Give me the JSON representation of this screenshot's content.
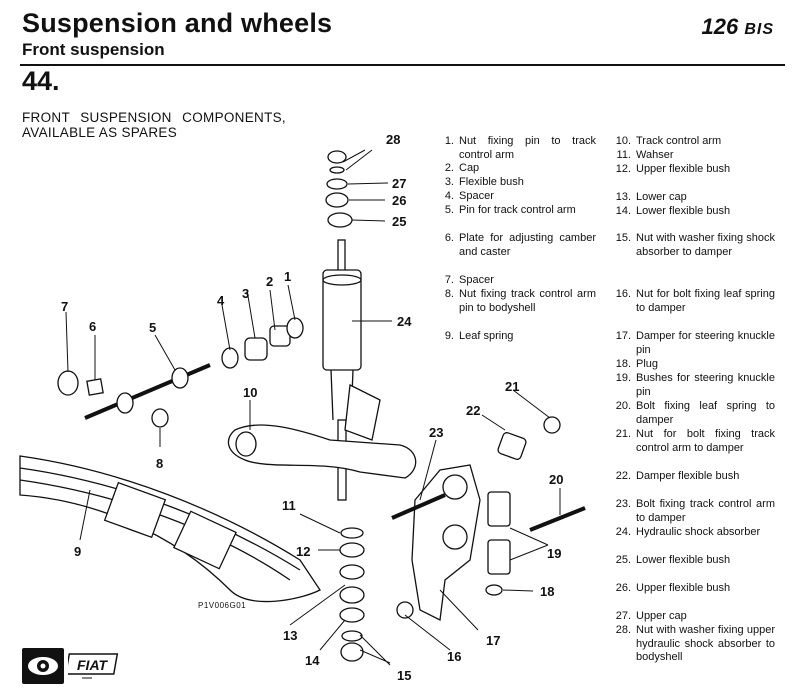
{
  "header": {
    "title": "Suspension and wheels",
    "subtitle": "Front suspension",
    "model_code": "126",
    "model_suffix": "BIS",
    "section_number": "44."
  },
  "heading": "FRONT SUSPENSION COMPONENTS, AVAILABLE AS SPARES",
  "figure": {
    "code": "P1V006G01",
    "callouts": [
      "1",
      "2",
      "3",
      "4",
      "5",
      "6",
      "7",
      "8",
      "9",
      "10",
      "11",
      "12",
      "13",
      "14",
      "15",
      "16",
      "17",
      "18",
      "19",
      "20",
      "21",
      "22",
      "23",
      "24",
      "25",
      "26",
      "27",
      "28"
    ]
  },
  "legend": [
    {
      "n": "1.",
      "text": "Nut fixing pin to track control arm"
    },
    {
      "n": "2.",
      "text": "Cap"
    },
    {
      "n": "3.",
      "text": "Flexible bush"
    },
    {
      "n": "4.",
      "text": "Spacer"
    },
    {
      "n": "5.",
      "text": "Pin for track control arm"
    },
    {
      "n": "6.",
      "text": "Plate for adjusting camber and caster"
    },
    {
      "n": "7.",
      "text": "Spacer"
    },
    {
      "n": "8.",
      "text": "Nut fixing track control arm pin to bodyshell"
    },
    {
      "n": "9.",
      "text": "Leaf spring"
    },
    {
      "n": "10.",
      "text": "Track control arm"
    },
    {
      "n": "11.",
      "text": "Wahser"
    },
    {
      "n": "12.",
      "text": "Upper flexible bush"
    },
    {
      "n": "13.",
      "text": "Lower cap"
    },
    {
      "n": "14.",
      "text": "Lower flexible bush"
    },
    {
      "n": "15.",
      "text": "Nut with washer fixing shock absorber to damper"
    },
    {
      "n": "16.",
      "text": "Nut for bolt fixing leaf spring to damper"
    },
    {
      "n": "17.",
      "text": "Damper for steering knuckle pin"
    },
    {
      "n": "18.",
      "text": "Plug"
    },
    {
      "n": "19.",
      "text": "Bushes for steering knuckle pin"
    },
    {
      "n": "20.",
      "text": "Bolt fixing leaf spring to damper"
    },
    {
      "n": "21.",
      "text": "Nut for bolt fixing track control arm to damper"
    },
    {
      "n": "22.",
      "text": "Damper flexible bush"
    },
    {
      "n": "23.",
      "text": "Bolt fixing track control arm to damper"
    },
    {
      "n": "24.",
      "text": "Hydraulic shock absorber"
    },
    {
      "n": "25.",
      "text": "Lower flexible bush"
    },
    {
      "n": "26.",
      "text": "Upper flexible bush"
    },
    {
      "n": "27.",
      "text": "Upper cap"
    },
    {
      "n": "28.",
      "text": "Nut with washer fixing upper hydraulic shock absorber to bodyshell"
    }
  ],
  "footer": {
    "icon": "eye-icon",
    "logo_text": "FIAT"
  }
}
